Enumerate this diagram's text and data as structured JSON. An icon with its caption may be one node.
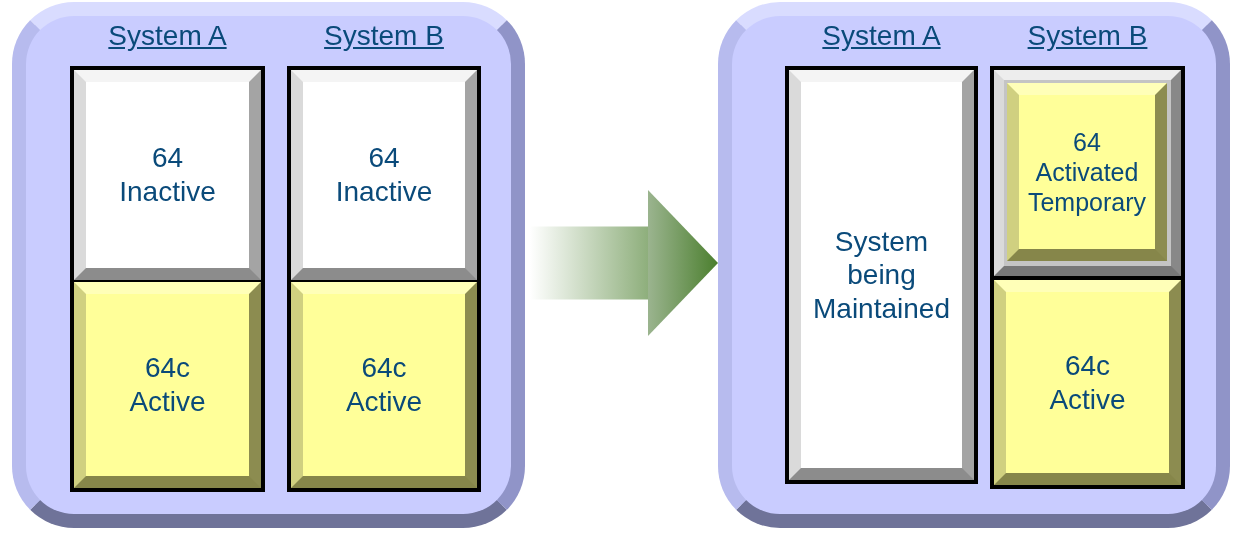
{
  "diagram": {
    "nodes": [
      {
        "text": [],
        "shape": "box"
      },
      {
        "text": [
          "System A"
        ],
        "in": 0
      },
      {
        "text": [
          "64 Inactive"
        ],
        "in": 1
      },
      {
        "text": [
          "64c Active"
        ],
        "in": 1
      },
      {
        "text": [
          "System B"
        ],
        "in": 0
      },
      {
        "text": [
          "64 Inactive"
        ],
        "in": 4
      },
      {
        "text": [
          "64c Active"
        ],
        "in": 4
      },
      {
        "text": [],
        "shape": "box"
      },
      {
        "text": [
          "System A"
        ],
        "in": 7
      },
      {
        "text": [
          "System being Maintained"
        ],
        "in": 8
      },
      {
        "text": [
          "System B"
        ],
        "in": 7
      },
      {
        "text": [],
        "shape": "box",
        "in": 10
      },
      {
        "text": [
          "64 Activated Temporary"
        ],
        "in": 11
      },
      {
        "text": [
          "64c Active"
        ],
        "in": 10
      }
    ],
    "edges": [
      {
        "from": 0,
        "to": 7,
        "arrow": "to",
        "style": "thick"
      }
    ]
  }
}
